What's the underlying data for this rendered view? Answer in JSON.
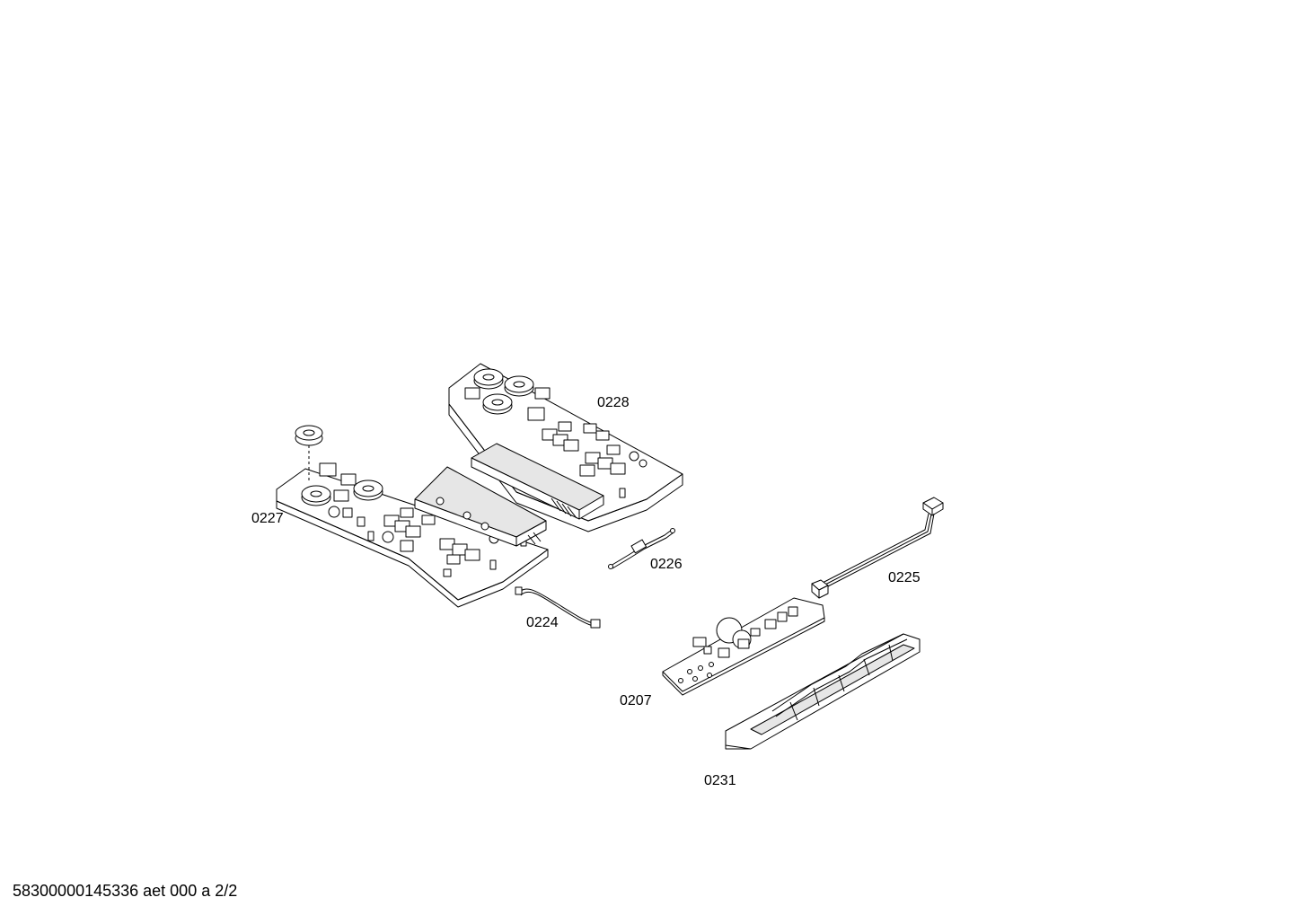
{
  "callouts": {
    "c0228": "0228",
    "c0227": "0227",
    "c0226": "0226",
    "c0225": "0225",
    "c0224": "0224",
    "c0207": "0207",
    "c0231": "0231"
  },
  "footer": {
    "text": "58300000145336 aet 000 a 2/2"
  },
  "colors": {
    "line": "#000000",
    "background": "#ffffff",
    "shade": "#e6e6e6"
  }
}
